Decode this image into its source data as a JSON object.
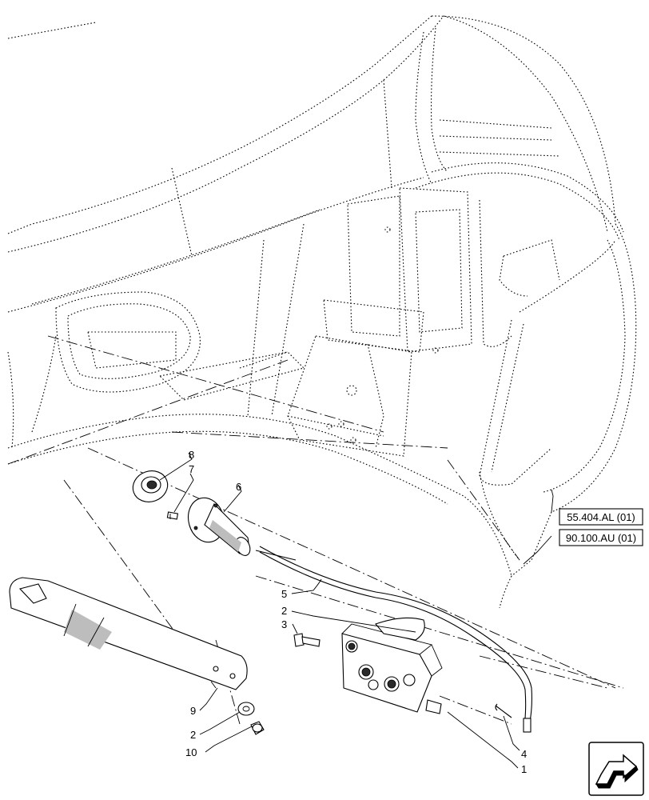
{
  "callouts": [
    {
      "id": "c8",
      "label": "8"
    },
    {
      "id": "c7",
      "label": "7"
    },
    {
      "id": "c6",
      "label": "6"
    },
    {
      "id": "c5",
      "label": "5"
    },
    {
      "id": "c2a",
      "label": "2"
    },
    {
      "id": "c3",
      "label": "3"
    },
    {
      "id": "c9",
      "label": "9"
    },
    {
      "id": "c2b",
      "label": "2"
    },
    {
      "id": "c10",
      "label": "10"
    },
    {
      "id": "c4",
      "label": "4"
    },
    {
      "id": "c1",
      "label": "1"
    }
  ],
  "references": [
    {
      "label": "55.404.AL (01)"
    },
    {
      "label": "90.100.AU (01)"
    }
  ],
  "nav_icon": "arrow-navigation-icon"
}
